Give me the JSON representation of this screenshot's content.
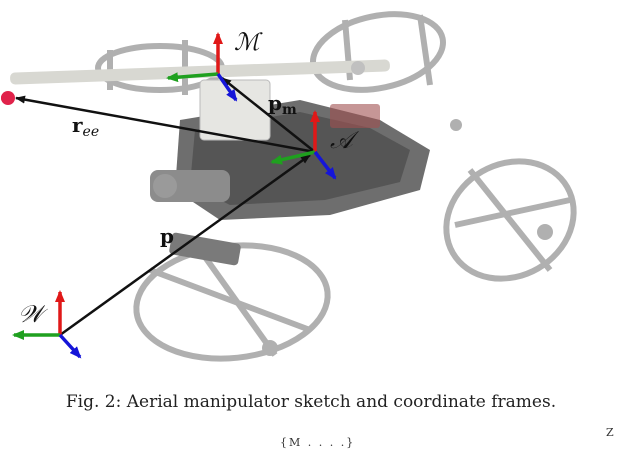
{
  "figure": {
    "frame_labels": {
      "world": "𝒲",
      "arm": "𝒜",
      "manipulator": "ℳ"
    },
    "vector_labels": {
      "p": "p",
      "p_m_base": "p",
      "p_m_sub": "m",
      "r_ee_base": "r",
      "r_ee_sub": "ee"
    },
    "colors": {
      "x_axis": "#1fa01f",
      "y_axis": "#1515d8",
      "z_axis": "#e01818",
      "vector": "#111111",
      "end_effector": "#e0224a",
      "drone": "#a8a8a8"
    }
  },
  "caption": "Fig. 2: Aerial manipulator sketch and coordinate frames.",
  "clipped_fragments": [
    "{M . . . .}",
    "Z"
  ]
}
